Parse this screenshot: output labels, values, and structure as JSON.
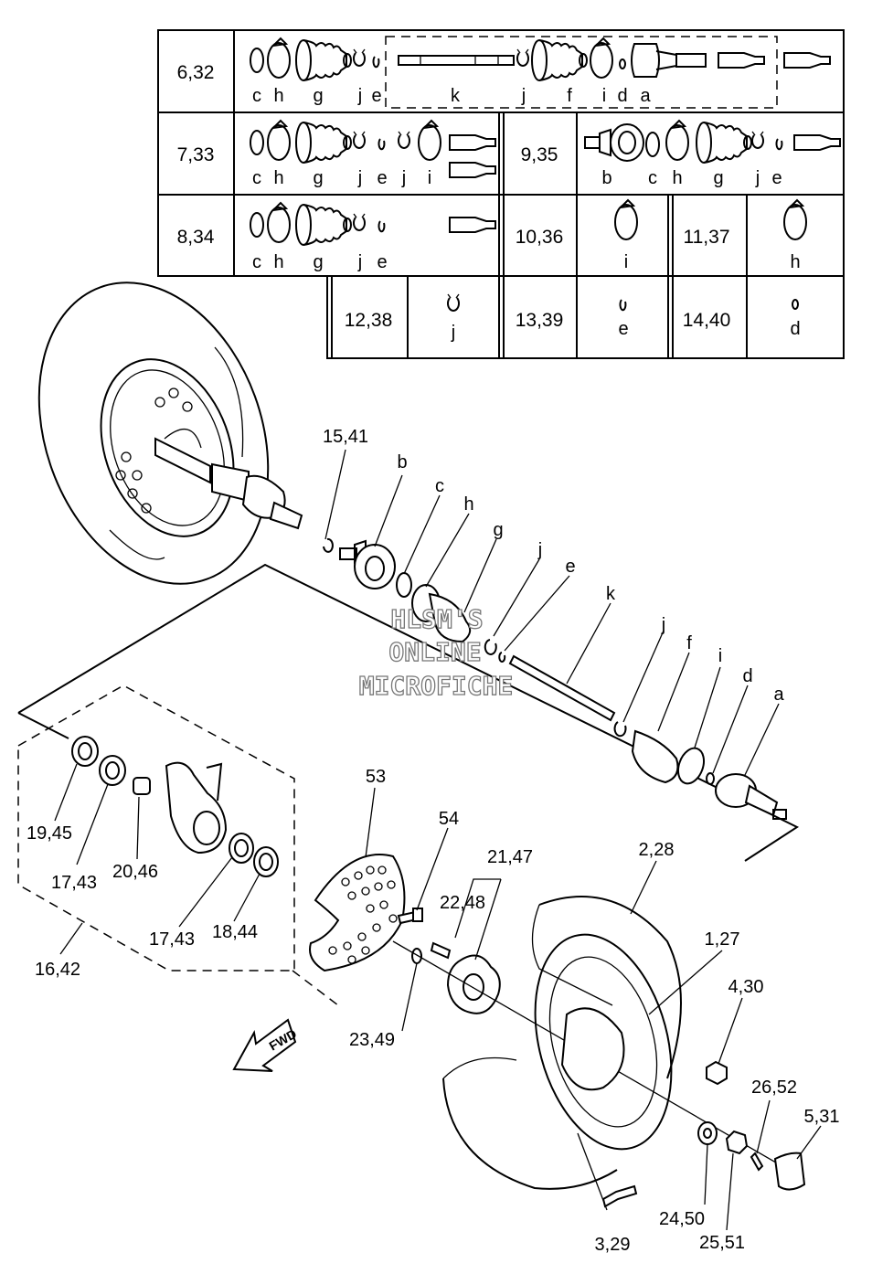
{
  "table": {
    "rows": [
      {
        "ref": "6,32",
        "letters": [
          "c",
          "h",
          "g",
          "j",
          "e",
          "k",
          "j",
          "f",
          "i",
          "d",
          "a"
        ]
      },
      {
        "ref": "7,33",
        "letters": [
          "c",
          "h",
          "g",
          "j",
          "e",
          "j",
          "i"
        ]
      },
      {
        "ref": "9,35",
        "letters": [
          "b",
          "c",
          "h",
          "g",
          "j",
          "e"
        ]
      },
      {
        "ref": "8,34",
        "letters": [
          "c",
          "h",
          "g",
          "j",
          "e"
        ]
      },
      {
        "ref": "10,36",
        "letters": [
          "i"
        ]
      },
      {
        "ref": "11,37",
        "letters": [
          "h"
        ]
      },
      {
        "ref": "12,38",
        "letters": [
          "j"
        ]
      },
      {
        "ref": "13,39",
        "letters": [
          "e"
        ]
      },
      {
        "ref": "14,40",
        "letters": [
          "d"
        ]
      }
    ]
  },
  "callouts": {
    "shaft_parts": [
      "15,41",
      "b",
      "c",
      "h",
      "g",
      "j",
      "e",
      "k",
      "j",
      "f",
      "i",
      "d",
      "a"
    ],
    "hub_parts": [
      "53",
      "54",
      "21,47",
      "22,48",
      "23,49",
      "2,28",
      "1,27",
      "4,30",
      "26,52",
      "5,31",
      "24,50",
      "25,51",
      "3,29"
    ],
    "knuckle_parts": [
      "19,45",
      "17,43",
      "20,46",
      "17,43",
      "18,44",
      "16,42"
    ]
  },
  "watermark": [
    "HLSM'S",
    "ONLINE",
    "MICROFICHE"
  ],
  "arrow_label": "FWD",
  "icons": [
    "boot-icon",
    "clamp-icon",
    "circlip-icon",
    "o-ring-icon",
    "grease-tube-icon",
    "axle-shaft-icon",
    "cv-joint-icon",
    "tire-icon",
    "brake-disc-icon",
    "hub-icon",
    "knuckle-icon",
    "bearing-icon"
  ],
  "colors": {
    "line": "#000000",
    "background": "#ffffff",
    "watermark_outline": "#777777"
  }
}
